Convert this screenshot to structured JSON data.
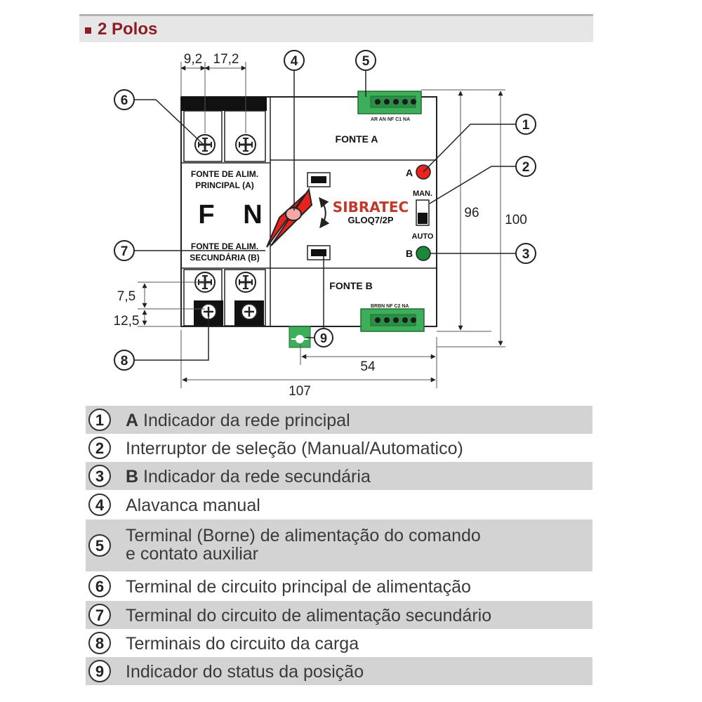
{
  "header": {
    "title": "2 Polos"
  },
  "device": {
    "fonte_a": "FONTE A",
    "fonte_b": "FONTE B",
    "label_principal_1": "FONTE DE ALIM.",
    "label_principal_2": "PRINCIPAL (A)",
    "label_secundaria_1": "FONTE DE ALIM.",
    "label_secundaria_2": "SECUNDÁRIA (B)",
    "pole_f": "F",
    "pole_n": "N",
    "brand": "SIBRATEC",
    "model": "GLOQ7/2P",
    "indicator_a": "A",
    "indicator_b": "B",
    "switch_man": "MAN.",
    "switch_auto": "AUTO",
    "terminal_top_labels": "AR AN NF C1 NA",
    "terminal_bottom_labels": "BRBN NF C2 NA",
    "colors": {
      "indicator_a": "#e8231e",
      "indicator_b": "#1a8a3a",
      "lever": "#e8231e",
      "terminal": "#3dae5a",
      "brand": "#c0392b"
    }
  },
  "dimensions": {
    "d1": "9,2",
    "d2": "17,2",
    "d3": "96",
    "d4": "100",
    "d5": "7,5",
    "d6": "12,5",
    "d7": "54",
    "d8": "107"
  },
  "callouts": [
    "1",
    "2",
    "3",
    "4",
    "5",
    "6",
    "7",
    "8",
    "9"
  ],
  "legend": [
    {
      "num": "1",
      "bold": "A",
      "text": "Indicador da rede principal"
    },
    {
      "num": "2",
      "bold": "",
      "text": "Interruptor de seleção (Manual/Automatico)"
    },
    {
      "num": "3",
      "bold": "B",
      "text": "Indicador da rede secundária"
    },
    {
      "num": "4",
      "bold": "",
      "text": "Alavanca manual"
    },
    {
      "num": "5",
      "bold": "",
      "text": "Terminal (Borne) de alimentação do comando",
      "text2": "e contato auxiliar"
    },
    {
      "num": "6",
      "bold": "",
      "text": "Terminal de circuito principal de alimentação"
    },
    {
      "num": "7",
      "bold": "",
      "text": "Terminal do circuito de alimentação secundário"
    },
    {
      "num": "8",
      "bold": "",
      "text": "Terminais do circuito da carga"
    },
    {
      "num": "9",
      "bold": "",
      "text": "Indicador do status da posição"
    }
  ]
}
